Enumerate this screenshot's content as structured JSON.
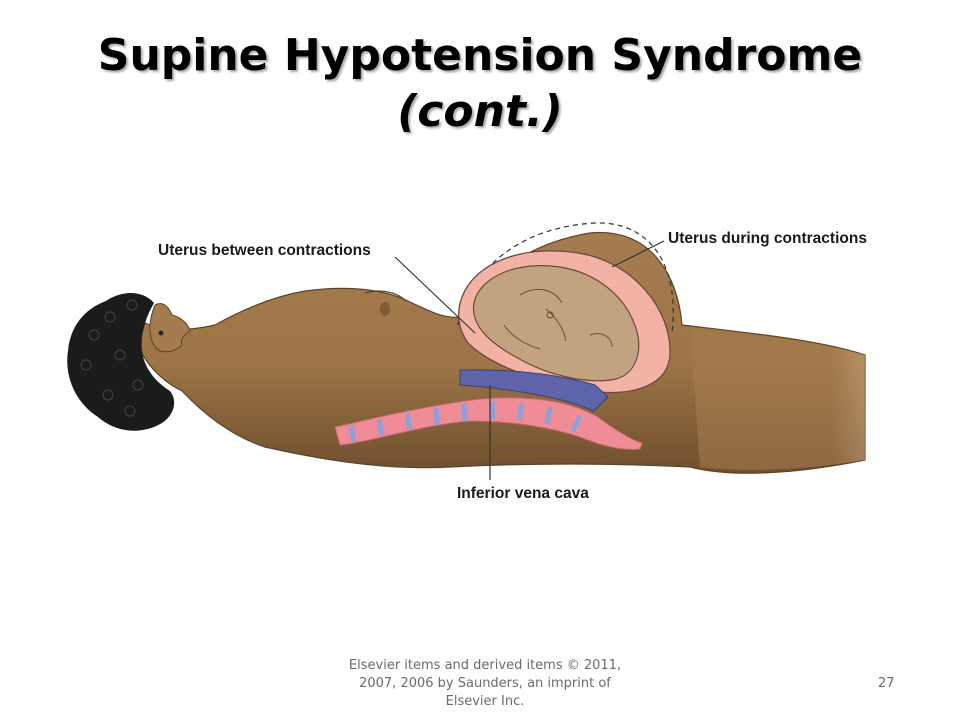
{
  "slide": {
    "title_line1": "Supine Hypotension Syndrome",
    "title_line2": "(cont.)",
    "labels": {
      "uterus_between": "Uterus between contractions",
      "uterus_during": "Uterus during contractions",
      "ivc": "Inferior vena cava"
    },
    "footer": "Elsevier items and derived items © 2011, 2007, 2006 by Saunders, an imprint of Elsevier Inc.",
    "page_number": "27"
  },
  "colors": {
    "skin": "#a57c4f",
    "skin_dark": "#7f5b36",
    "uterus": "#f2b3a6",
    "fetus": "#c3a37f",
    "vena_cava": "#5f63a8",
    "spine_pink": "#f08c96",
    "spine_blue": "#8fa0d8",
    "hair": "#1b1b1b"
  }
}
